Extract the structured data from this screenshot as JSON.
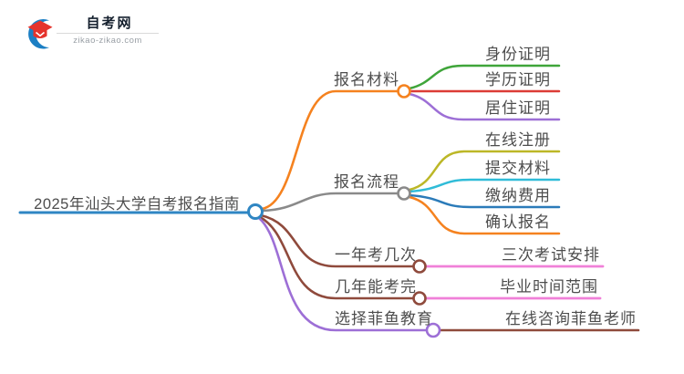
{
  "logo": {
    "site_name": "自考网",
    "site_domain": "zikao-zikao.com",
    "icon_blue": "#1c7fc4",
    "icon_red": "#e5332c"
  },
  "mindmap": {
    "label_text_color": "#4d4d4d",
    "root": {
      "label": "2025年汕头大学自考报名指南",
      "color": "#2f86c3"
    },
    "branches": [
      {
        "label": "报名材料",
        "color": "#f5821f",
        "children": [
          {
            "label": "身份证明",
            "color": "#3fa53a"
          },
          {
            "label": "学历证明",
            "color": "#dc3c36"
          },
          {
            "label": "居住证明",
            "color": "#9d6fd6"
          }
        ]
      },
      {
        "label": "报名流程",
        "color": "#8a8a8a",
        "children": [
          {
            "label": "在线注册",
            "color": "#bcb727"
          },
          {
            "label": "提交材料",
            "color": "#30bcd8"
          },
          {
            "label": "缴纳费用",
            "color": "#2b7bb9"
          },
          {
            "label": "确认报名",
            "color": "#f5821f"
          }
        ]
      },
      {
        "label": "一年考几次",
        "color": "#8f4a3c",
        "children": [
          {
            "label": "三次考试安排",
            "color": "#f080d8"
          }
        ]
      },
      {
        "label": "几年能考完",
        "color": "#8f4a3c",
        "children": [
          {
            "label": "毕业时间范围",
            "color": "#f080d8"
          }
        ]
      },
      {
        "label": "选择菲鱼教育",
        "color": "#9d6fd6",
        "children": [
          {
            "label": "在线咨询菲鱼老师",
            "color": "#8f4a3c"
          }
        ]
      }
    ]
  }
}
